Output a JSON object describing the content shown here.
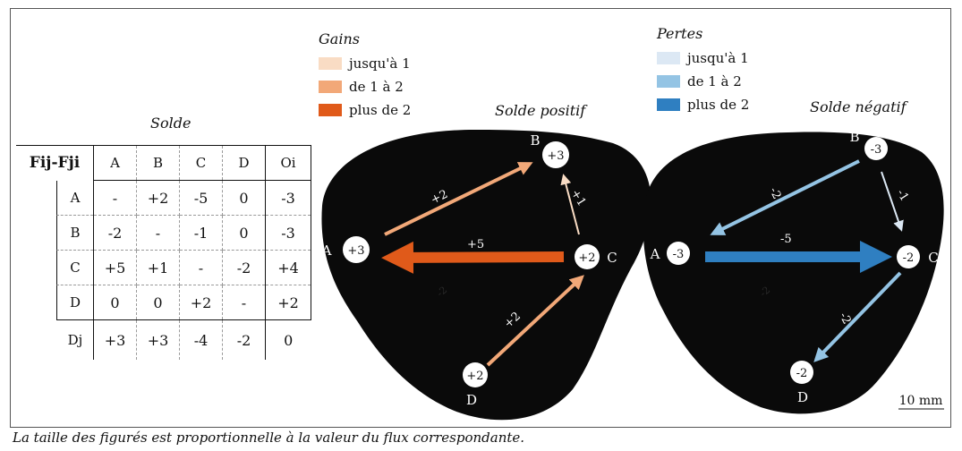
{
  "legend": {
    "gains": {
      "title": "Gains",
      "items": [
        {
          "label": "jusqu'à 1",
          "color": "#f9dcc4"
        },
        {
          "label": "de 1 à 2",
          "color": "#f2a878"
        },
        {
          "label": "plus de 2",
          "color": "#e05a1a"
        }
      ]
    },
    "pertes": {
      "title": "Pertes",
      "items": [
        {
          "label": "jusqu'à 1",
          "color": "#dce8f4"
        },
        {
          "label": "de 1 à 2",
          "color": "#94c4e4"
        },
        {
          "label": "plus de 2",
          "color": "#2f7fc1"
        }
      ]
    }
  },
  "table": {
    "title": "Solde",
    "corner": "Fij-Fji",
    "columns": [
      "A",
      "B",
      "C",
      "D"
    ],
    "total_col": "Oi",
    "rows": [
      {
        "label": "A",
        "cells": [
          "-",
          "+2",
          "-5",
          "0"
        ],
        "total": "-3"
      },
      {
        "label": "B",
        "cells": [
          "-2",
          "-",
          "-1",
          "0"
        ],
        "total": "-3"
      },
      {
        "label": "C",
        "cells": [
          "+5",
          "+1",
          "-",
          "-2"
        ],
        "total": "+4"
      },
      {
        "label": "D",
        "cells": [
          "0",
          "0",
          "+2",
          "-"
        ],
        "total": "+2"
      }
    ],
    "footer": {
      "label": "Dj",
      "cells": [
        "+3",
        "+3",
        "-4",
        "-2"
      ],
      "total": "0"
    }
  },
  "positive": {
    "title": "Solde positif",
    "nodes": [
      {
        "id": "A",
        "value": "+3"
      },
      {
        "id": "B",
        "value": "+3"
      },
      {
        "id": "C",
        "value": "+2"
      },
      {
        "id": "D",
        "value": "+2"
      }
    ],
    "flows": [
      {
        "from": "A",
        "to": "B",
        "label": "+2",
        "class": "de 1 à 2"
      },
      {
        "from": "C",
        "to": "B",
        "label": "+1",
        "class": "jusqu'à 1"
      },
      {
        "from": "C",
        "to": "A",
        "label": "+5",
        "class": "plus de 2"
      },
      {
        "from": "D",
        "to": "C",
        "label": "+2",
        "class": "de 1 à 2"
      }
    ],
    "watermark": "-2"
  },
  "negative": {
    "title": "Solde négatif",
    "nodes": [
      {
        "id": "A",
        "value": "-3"
      },
      {
        "id": "B",
        "value": "-3"
      },
      {
        "id": "C",
        "value": "-2"
      },
      {
        "id": "D",
        "value": "-2"
      }
    ],
    "flows": [
      {
        "from": "B",
        "to": "A",
        "label": "-2",
        "class": "de 1 à 2"
      },
      {
        "from": "B",
        "to": "C",
        "label": "-1",
        "class": "jusqu'à 1"
      },
      {
        "from": "A",
        "to": "C",
        "label": "-5",
        "class": "plus de 2"
      },
      {
        "from": "C",
        "to": "D",
        "label": "-2",
        "class": "de 1 à 2"
      }
    ],
    "watermark": "-2"
  },
  "scale_label": "10 mm",
  "caption": "La taille des figurés est proportionnelle à la valeur du flux correspondante."
}
